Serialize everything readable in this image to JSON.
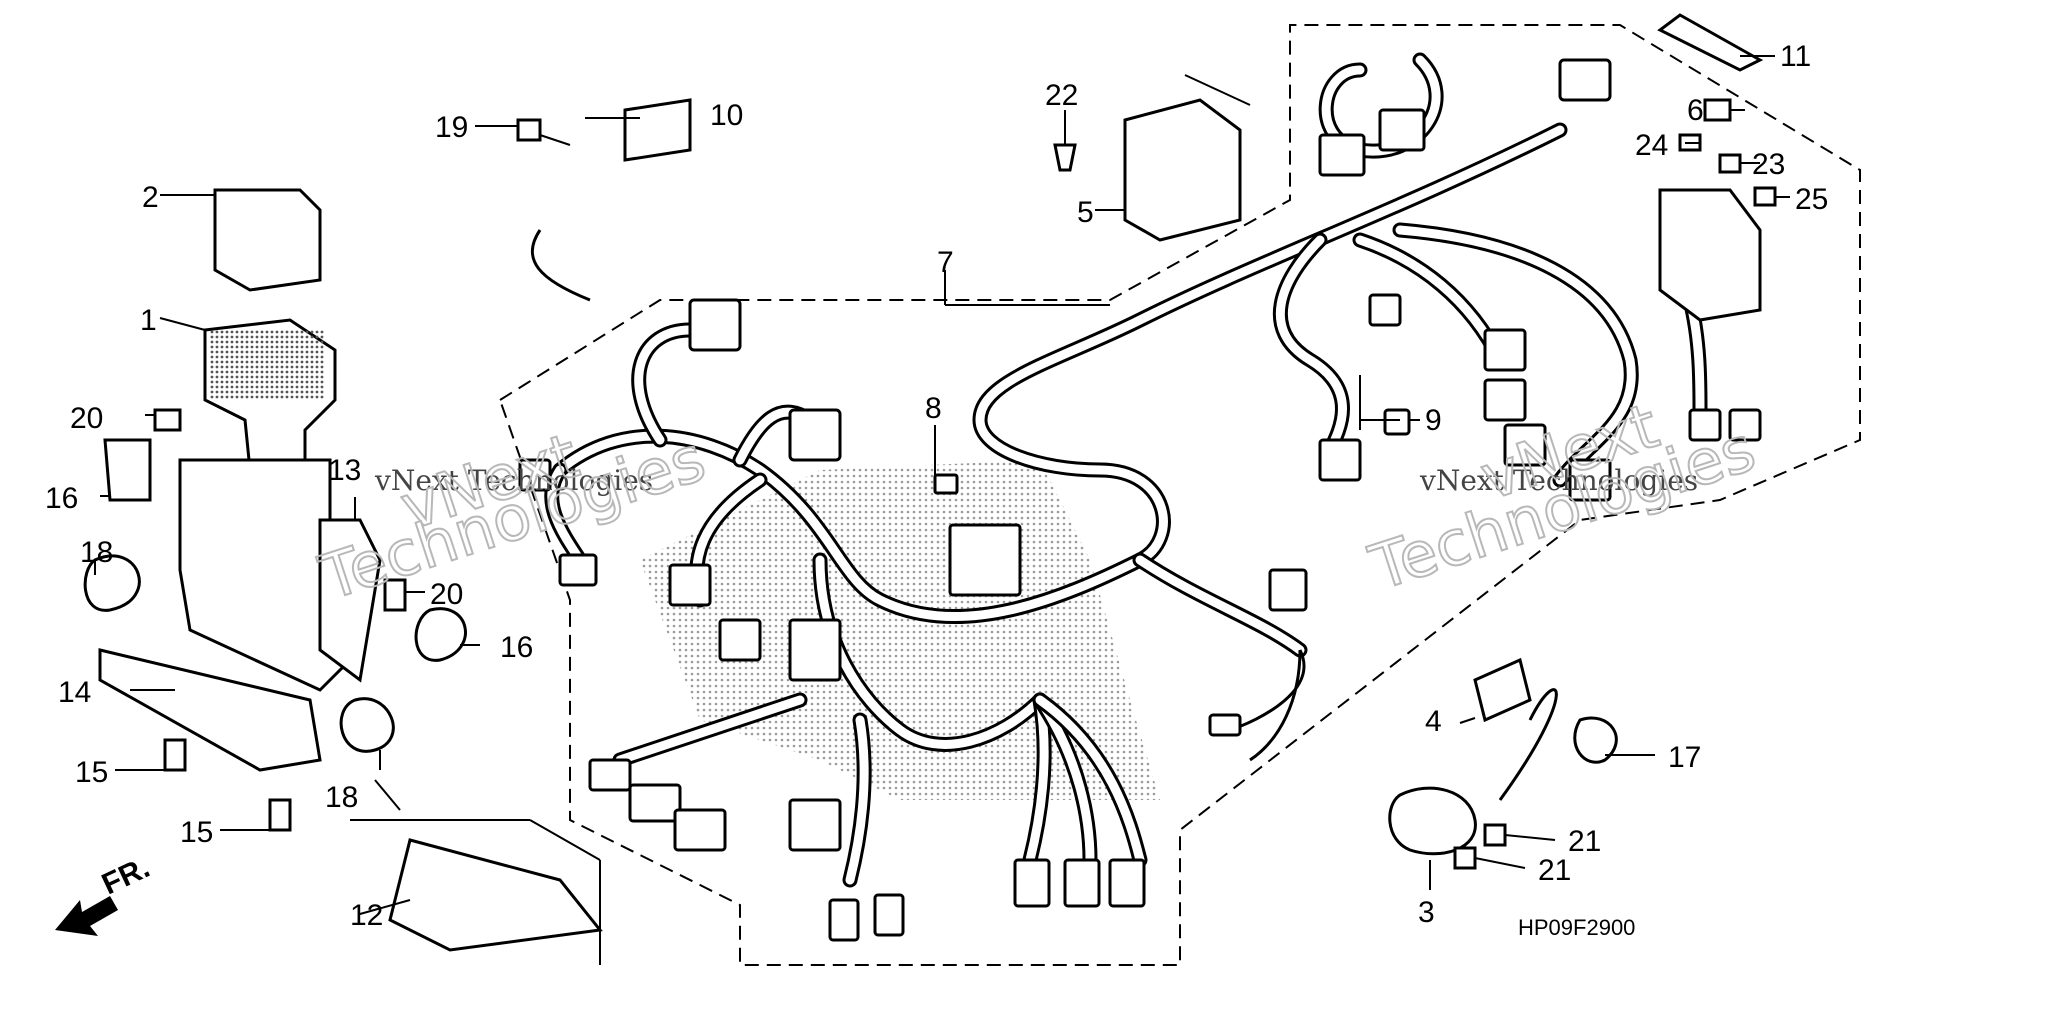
{
  "diagram": {
    "callouts": [
      {
        "id": "c1",
        "label": "1"
      },
      {
        "id": "c2",
        "label": "2"
      },
      {
        "id": "c3",
        "label": "3"
      },
      {
        "id": "c4",
        "label": "4"
      },
      {
        "id": "c5",
        "label": "5"
      },
      {
        "id": "c6",
        "label": "6"
      },
      {
        "id": "c7",
        "label": "7"
      },
      {
        "id": "c8",
        "label": "8"
      },
      {
        "id": "c9",
        "label": "9"
      },
      {
        "id": "c10",
        "label": "10"
      },
      {
        "id": "c11",
        "label": "11"
      },
      {
        "id": "c12",
        "label": "12"
      },
      {
        "id": "c13",
        "label": "13"
      },
      {
        "id": "c14",
        "label": "14"
      },
      {
        "id": "c15a",
        "label": "15"
      },
      {
        "id": "c15b",
        "label": "15"
      },
      {
        "id": "c16a",
        "label": "16"
      },
      {
        "id": "c16b",
        "label": "16"
      },
      {
        "id": "c17",
        "label": "17"
      },
      {
        "id": "c18a",
        "label": "18"
      },
      {
        "id": "c18b",
        "label": "18"
      },
      {
        "id": "c19",
        "label": "19"
      },
      {
        "id": "c20a",
        "label": "20"
      },
      {
        "id": "c20b",
        "label": "20"
      },
      {
        "id": "c21a",
        "label": "21"
      },
      {
        "id": "c21b",
        "label": "21"
      },
      {
        "id": "c22",
        "label": "22"
      },
      {
        "id": "c23",
        "label": "23"
      },
      {
        "id": "c24",
        "label": "24"
      },
      {
        "id": "c25",
        "label": "25"
      }
    ],
    "diagram_code": "HP09F2900",
    "direction_label": "FR.",
    "watermark": {
      "small_text": "vNext Technologies",
      "big_line1": "vNext",
      "big_line2": "Technologies"
    }
  }
}
